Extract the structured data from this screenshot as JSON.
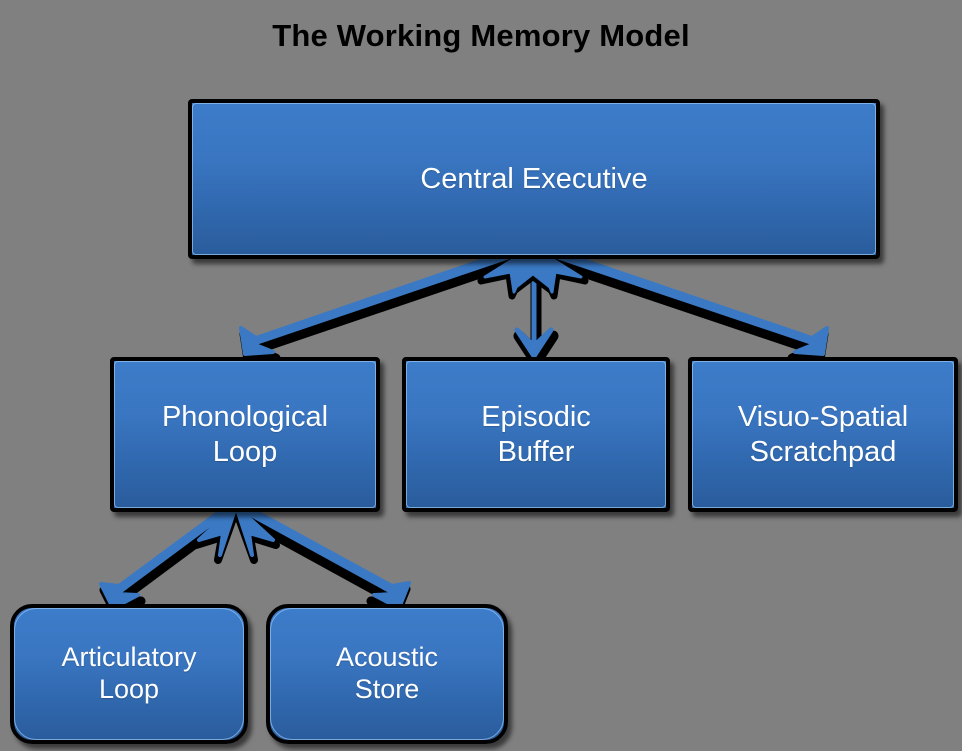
{
  "diagram": {
    "title": "The Working Memory Model",
    "background_color": "#808080",
    "box_fill_top": "#3d7cc9",
    "box_fill_bottom": "#2a5c9c",
    "box_border_color": "#010101",
    "box_text_color": "#ffffff",
    "arrow_fill_color": "#3b79c4",
    "arrow_outline_color": "#000000",
    "title_color": "#000000"
  },
  "nodes": [
    {
      "id": "central-executive",
      "label": "Central Executive",
      "lines": [
        "Central Executive"
      ],
      "shape": "rounded-rectangle",
      "row": "top"
    },
    {
      "id": "phonological-loop",
      "label": "Phonological Loop",
      "lines": [
        "Phonological",
        "Loop"
      ],
      "shape": "rounded-rectangle",
      "row": "middle"
    },
    {
      "id": "episodic-buffer",
      "label": "Episodic Buffer",
      "lines": [
        "Episodic",
        "Buffer"
      ],
      "shape": "rounded-rectangle",
      "row": "middle"
    },
    {
      "id": "visuo-spatial-scratchpad",
      "label": "Visuo-Spatial Scratchpad",
      "lines": [
        "Visuo-Spatial",
        "Scratchpad"
      ],
      "shape": "rounded-rectangle",
      "row": "middle"
    },
    {
      "id": "articulatory-loop",
      "label": "Articulatory Loop",
      "lines": [
        "Articulatory",
        "Loop"
      ],
      "shape": "round-rectangle",
      "row": "bottom"
    },
    {
      "id": "acoustic-store",
      "label": "Acoustic Store",
      "lines": [
        "Acoustic",
        "Store"
      ],
      "shape": "round-rectangle",
      "row": "bottom"
    }
  ],
  "connections": [
    {
      "id": "ce-to-phonological-loop",
      "from": "central-executive",
      "to": "phonological-loop",
      "style": "double-headed-arrow"
    },
    {
      "id": "ce-to-episodic-buffer",
      "from": "central-executive",
      "to": "episodic-buffer",
      "style": "double-headed-arrow"
    },
    {
      "id": "ce-to-visuo-spatial-scratchpad",
      "from": "central-executive",
      "to": "visuo-spatial-scratchpad",
      "style": "double-headed-arrow"
    },
    {
      "id": "pl-to-articulatory-loop",
      "from": "phonological-loop",
      "to": "articulatory-loop",
      "style": "double-headed-arrow"
    },
    {
      "id": "pl-to-acoustic-store",
      "from": "phonological-loop",
      "to": "acoustic-store",
      "style": "double-headed-arrow"
    }
  ]
}
